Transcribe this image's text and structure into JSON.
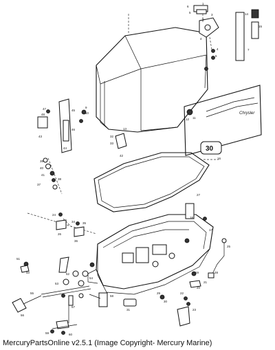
{
  "caption": "MercuryPartsOnline v2.5.1 (Image Copyright- Mercury Marine)",
  "brand_decal": "Chrysler",
  "hp_decal": "30",
  "callouts": [
    {
      "id": "c1",
      "text": "6"
    },
    {
      "id": "c2",
      "text": "1"
    },
    {
      "id": "c3",
      "text": "5"
    },
    {
      "id": "c4",
      "text": "3"
    },
    {
      "id": "c5",
      "text": "2"
    },
    {
      "id": "c6",
      "text": "4"
    },
    {
      "id": "c7",
      "text": "4"
    },
    {
      "id": "c8",
      "text": "6"
    },
    {
      "id": "c9",
      "text": "7"
    },
    {
      "id": "c10",
      "text": "15"
    },
    {
      "id": "c11",
      "text": "14"
    },
    {
      "id": "c12",
      "text": "47"
    },
    {
      "id": "c13",
      "text": "48"
    },
    {
      "id": "c14",
      "text": "43"
    },
    {
      "id": "c15",
      "text": "44"
    },
    {
      "id": "c16",
      "text": "45"
    },
    {
      "id": "c17",
      "text": "46"
    },
    {
      "id": "c18",
      "text": "9"
    },
    {
      "id": "c19",
      "text": "10"
    },
    {
      "id": "c20",
      "text": "11"
    },
    {
      "id": "c21",
      "text": "12"
    },
    {
      "id": "c22",
      "text": "13"
    },
    {
      "id": "c23",
      "text": "42"
    },
    {
      "id": "c24",
      "text": "32"
    },
    {
      "id": "c25",
      "text": "33"
    },
    {
      "id": "c26",
      "text": "16"
    },
    {
      "id": "c27",
      "text": "39"
    },
    {
      "id": "c28",
      "text": "40"
    },
    {
      "id": "c29",
      "text": "41"
    },
    {
      "id": "c30",
      "text": "37"
    },
    {
      "id": "c31",
      "text": "38"
    },
    {
      "id": "c32",
      "text": "17"
    },
    {
      "id": "c33",
      "text": "34"
    },
    {
      "id": "c34",
      "text": "35"
    },
    {
      "id": "c35",
      "text": "36"
    },
    {
      "id": "c36",
      "text": "24"
    },
    {
      "id": "c37",
      "text": "26"
    },
    {
      "id": "c38",
      "text": "27"
    },
    {
      "id": "c39",
      "text": "18"
    },
    {
      "id": "c40",
      "text": "19"
    },
    {
      "id": "c41",
      "text": "20"
    },
    {
      "id": "c42",
      "text": "21"
    },
    {
      "id": "c43",
      "text": "22"
    },
    {
      "id": "c44",
      "text": "23"
    },
    {
      "id": "c45",
      "text": "25"
    },
    {
      "id": "c46",
      "text": "28"
    },
    {
      "id": "c47",
      "text": "29"
    },
    {
      "id": "c48",
      "text": "30"
    },
    {
      "id": "c49",
      "text": "31"
    },
    {
      "id": "c50",
      "text": "50"
    },
    {
      "id": "c51",
      "text": "51"
    },
    {
      "id": "c52",
      "text": "52"
    },
    {
      "id": "c53",
      "text": "53"
    },
    {
      "id": "c54",
      "text": "54"
    },
    {
      "id": "c55",
      "text": "55"
    },
    {
      "id": "c56",
      "text": "56"
    },
    {
      "id": "c57",
      "text": "57"
    },
    {
      "id": "c58",
      "text": "58"
    },
    {
      "id": "c59",
      "text": "59"
    },
    {
      "id": "c60",
      "text": "60"
    }
  ]
}
